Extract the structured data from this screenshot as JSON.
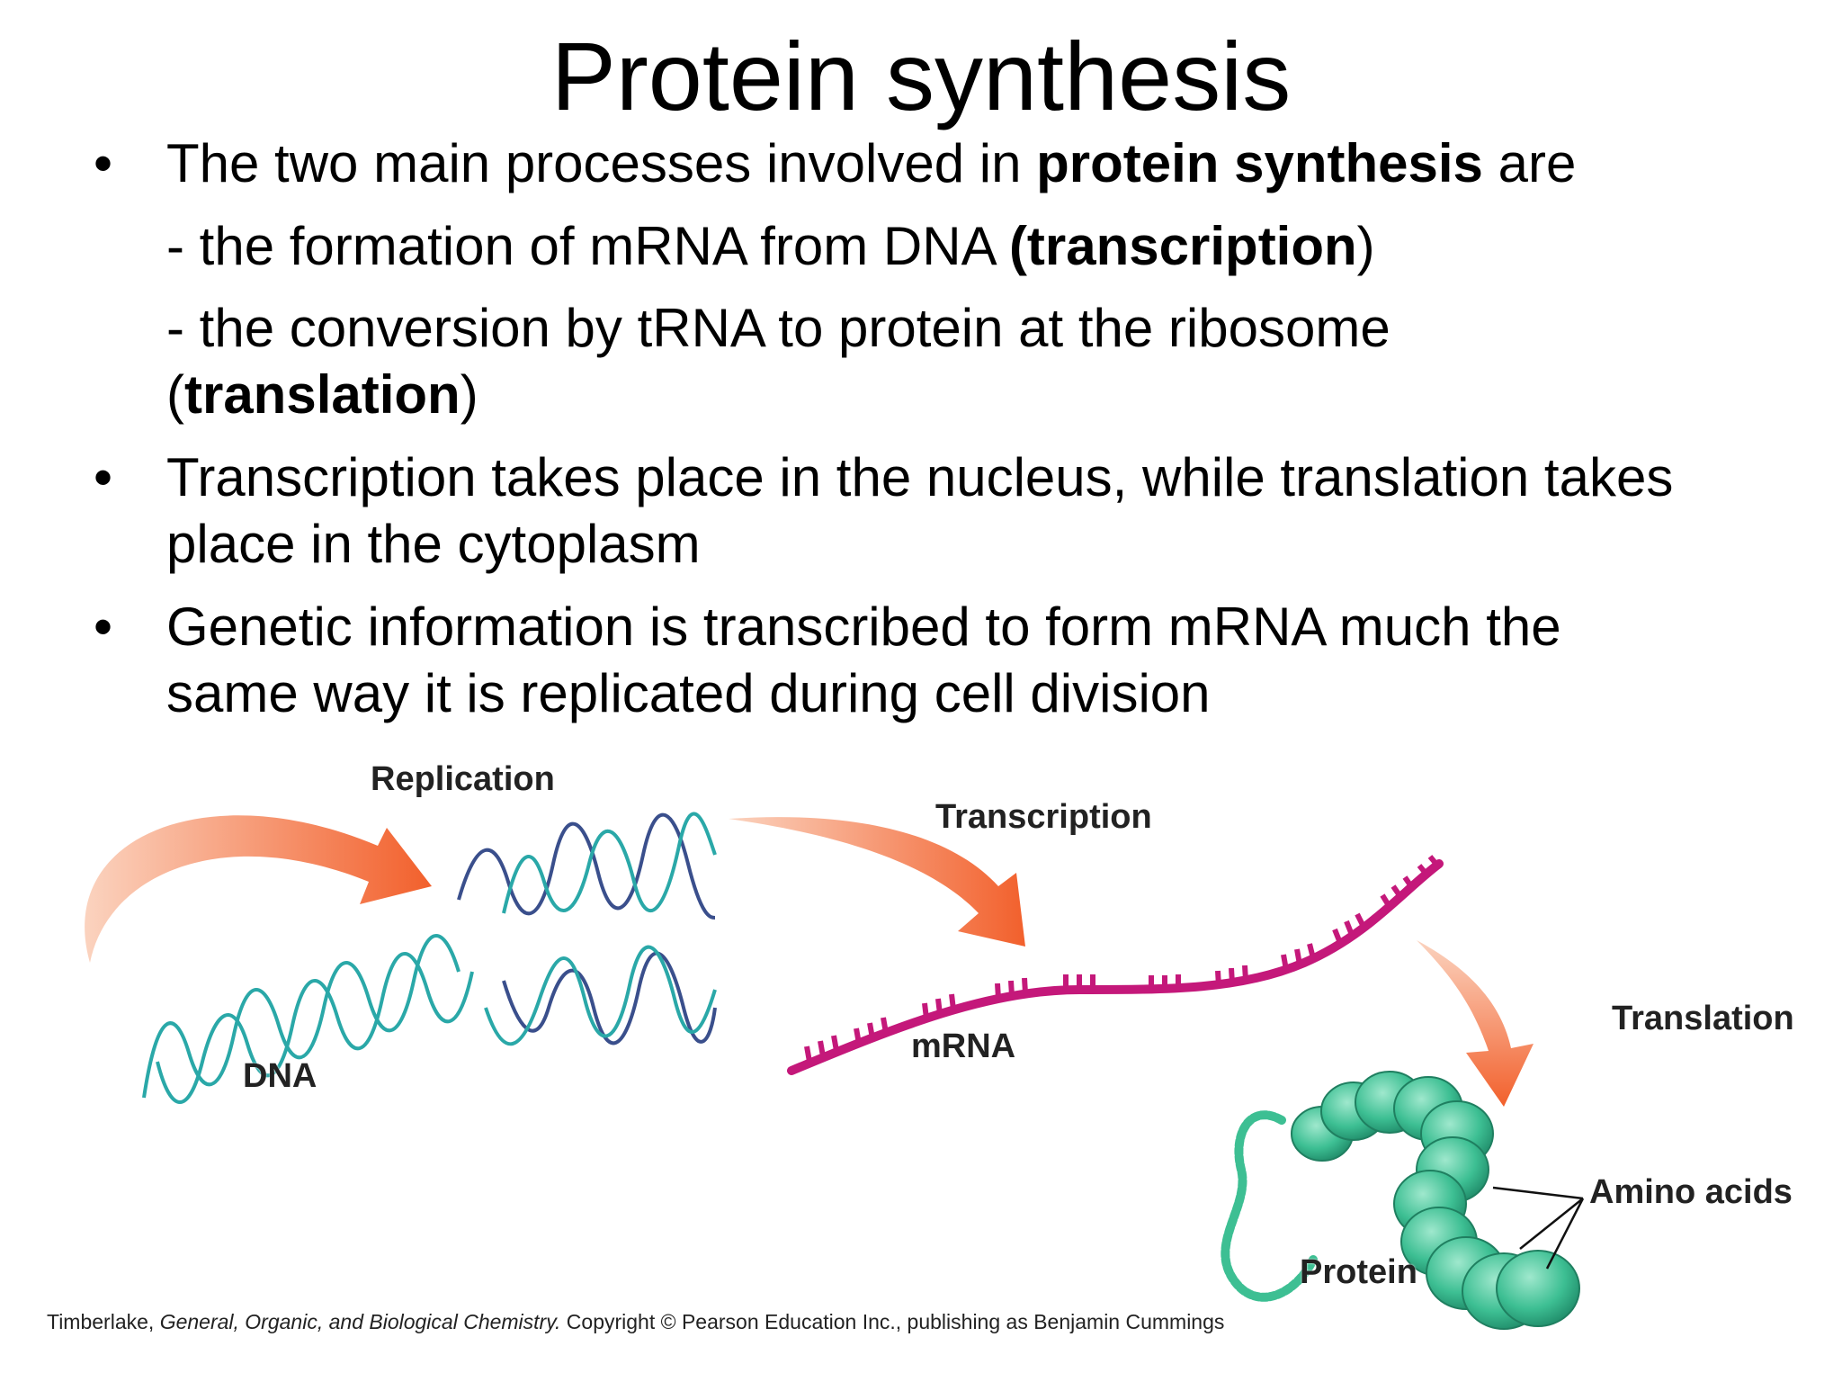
{
  "title": "Protein synthesis",
  "bullets": {
    "b1": {
      "pre": "The two main processes involved in ",
      "bold": "protein synthesis",
      "post": "  are"
    },
    "sub1": {
      "pre": "- the formation of mRNA from DNA ",
      "bold": "(transcription",
      "post": ")"
    },
    "sub2": {
      "line1": "- the conversion by tRNA to protein at the ribosome",
      "open": "(",
      "bold": "translation",
      "close": ")"
    },
    "b2": {
      "line1": "Transcription takes place in the nucleus, while translation takes",
      "line2": "place in the cytoplasm"
    },
    "b3": {
      "line1": "Genetic information is transcribed to form mRNA much the",
      "line2": "same way it is replicated during cell division"
    },
    "bullet_char": "•"
  },
  "diagram": {
    "labels": {
      "replication": "Replication",
      "transcription": "Transcription",
      "translation": "Translation",
      "dna": "DNA",
      "mrna": "mRNA",
      "amino_acids": "Amino acids",
      "protein": "Protein"
    },
    "colors": {
      "arrow": "#f26a3a",
      "dna_strand_a": "#2aa8a8",
      "dna_strand_b": "#3a4f8c",
      "mrna": "#c4187a",
      "protein": "#3dbf93"
    }
  },
  "credit": {
    "author": "Timberlake, ",
    "book": "General, Organic, and Biological Chemistry.",
    "rest": "  Copyright © Pearson Education Inc., publishing as Benjamin Cummings"
  }
}
